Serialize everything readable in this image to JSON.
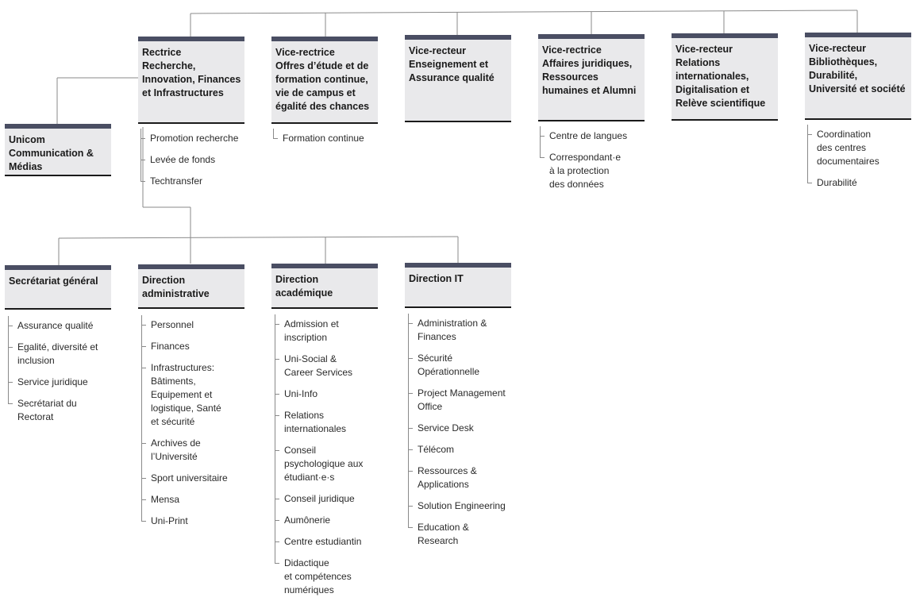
{
  "top_boxes": [
    {
      "id": "rectrice",
      "title": "Rectrice\nRecherche,\nInnovation, Finances\net Infrastructures",
      "items": [
        "Promotion recherche",
        "Levée de fonds",
        "Techtransfer"
      ]
    },
    {
      "id": "vr-etudes",
      "title": "Vice-rectrice\nOffres d’étude et de\nformation continue,\nvie de campus et\négalité des chances",
      "items": [
        "Formation continue"
      ]
    },
    {
      "id": "vr-enseignement",
      "title": "Vice-recteur\nEnseignement et\nAssurance qualité",
      "items": []
    },
    {
      "id": "vr-juridique",
      "title": "Vice-rectrice\nAffaires juridiques,\nRessources\nhumaines et Alumni",
      "items": [
        "Centre de langues",
        "Correspondant·e\nà la protection\ndes données"
      ]
    },
    {
      "id": "vr-relations",
      "title": "Vice-recteur\nRelations\ninternationales,\nDigitalisation et\nRelève scientifique",
      "items": []
    },
    {
      "id": "vr-bibliotheques",
      "title": "Vice-recteur\nBibliothèques,\nDurabilité,\nUniversité et société",
      "items": [
        "Coordination\ndes centres\ndocumentaires",
        "Durabilité"
      ]
    }
  ],
  "unicom": {
    "title": "Unicom\nCommunication &\nMédias"
  },
  "directions": [
    {
      "id": "secretariat",
      "title": "Secrétariat général",
      "items": [
        "Assurance qualité",
        "Egalité, diversité et\ninclusion",
        "Service juridique",
        "Secrétariat du\nRectorat"
      ]
    },
    {
      "id": "admin",
      "title": "Direction\nadministrative",
      "items": [
        "Personnel",
        "Finances",
        "Infrastructures:\nBâtiments,\nEquipement et\nlogistique, Santé\net sécurité",
        "Archives de\nl’Université",
        "Sport universitaire",
        "Mensa",
        "Uni-Print"
      ]
    },
    {
      "id": "academique",
      "title": "Direction\nacadémique",
      "items": [
        "Admission et\ninscription",
        "Uni-Social &\nCareer Services",
        "Uni-Info",
        "Relations\ninternationales",
        "Conseil\npsychologique aux\nétudiant·e·s",
        "Conseil juridique",
        "Aumônerie",
        "Centre estudiantin",
        "Didactique\net compétences\nnumériques"
      ]
    },
    {
      "id": "it",
      "title": "Direction IT",
      "items": [
        "Administration &\nFinances",
        "Sécurité\nOpérationnelle",
        "Project Management\nOffice",
        "Service Desk",
        "Télécom",
        "Ressources &\nApplications",
        "Solution Engineering",
        "Education &\nResearch"
      ]
    }
  ],
  "colors": {
    "box_fill": "#e9e9eb",
    "box_top": "#4a4e63",
    "line": "#8a8a8a"
  }
}
